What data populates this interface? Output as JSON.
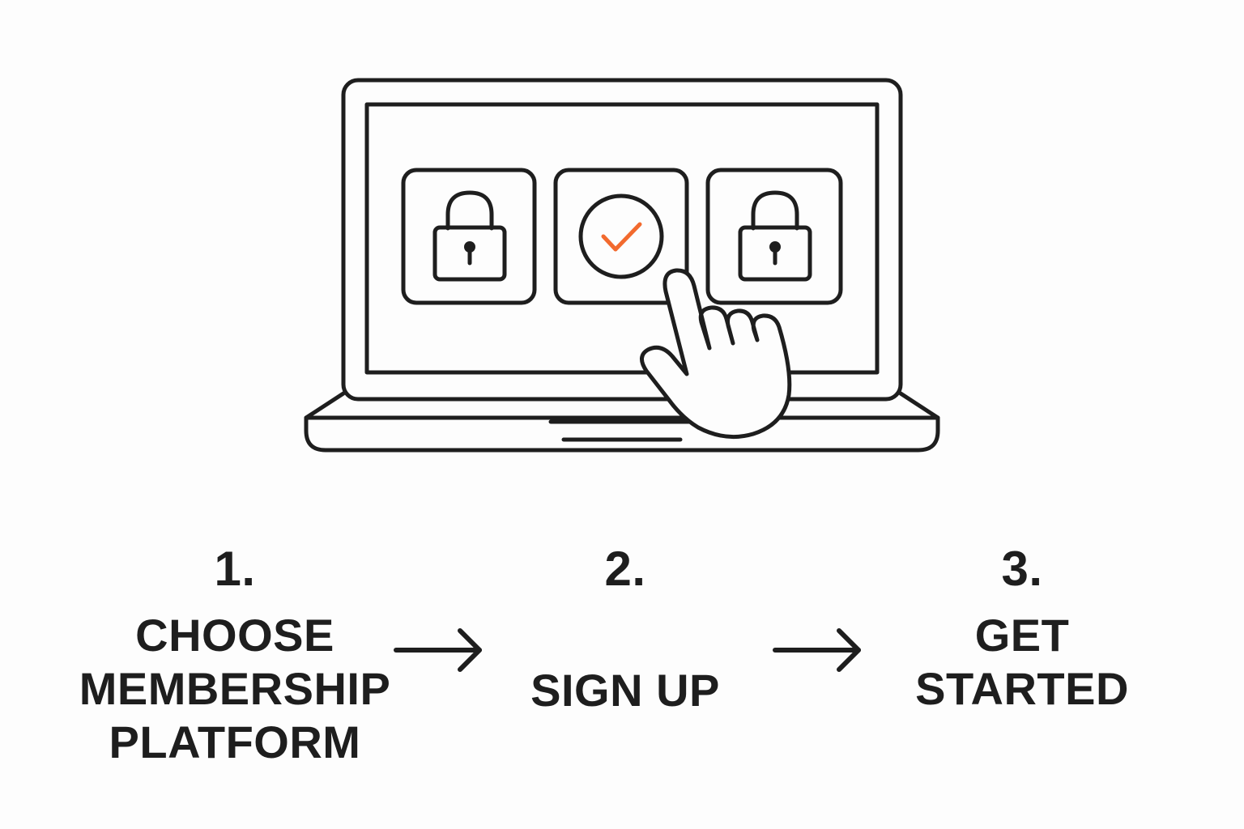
{
  "steps": [
    {
      "number": "1.",
      "label": "CHOOSE\nMEMBERSHIP\nPLATFORM"
    },
    {
      "number": "2.",
      "label": "SIGN UP"
    },
    {
      "number": "3.",
      "label": "GET\nSTARTED"
    }
  ],
  "icons": {
    "laptop": "laptop-icon",
    "lock_left": "lock-icon",
    "check": "check-circle-icon",
    "lock_right": "lock-icon",
    "hand": "pointing-hand-icon",
    "arrow": "arrow-right-icon"
  },
  "colors": {
    "stroke": "#1e1e1e",
    "accent": "#f26a2e",
    "background": "#fdfdfd"
  }
}
